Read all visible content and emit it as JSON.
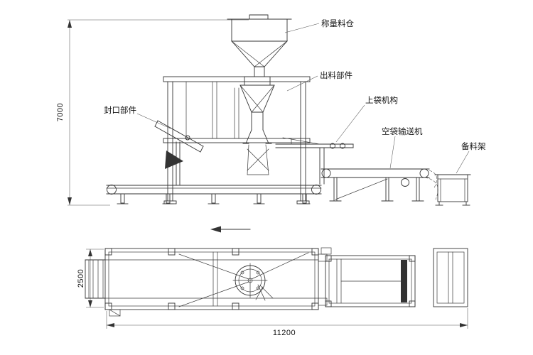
{
  "labels": {
    "weighing_hopper": "称量料仓",
    "discharge_part": "出料部件",
    "bag_loading_mechanism": "上袋机构",
    "sealing_part": "封口部件",
    "empty_bag_conveyor": "空袋输送机",
    "stock_rack": "备料架"
  },
  "dimensions": {
    "overall_height": "7000",
    "overall_depth": "2500",
    "overall_length": "11200"
  },
  "colors": {
    "line": "#333333",
    "background": "#ffffff"
  }
}
